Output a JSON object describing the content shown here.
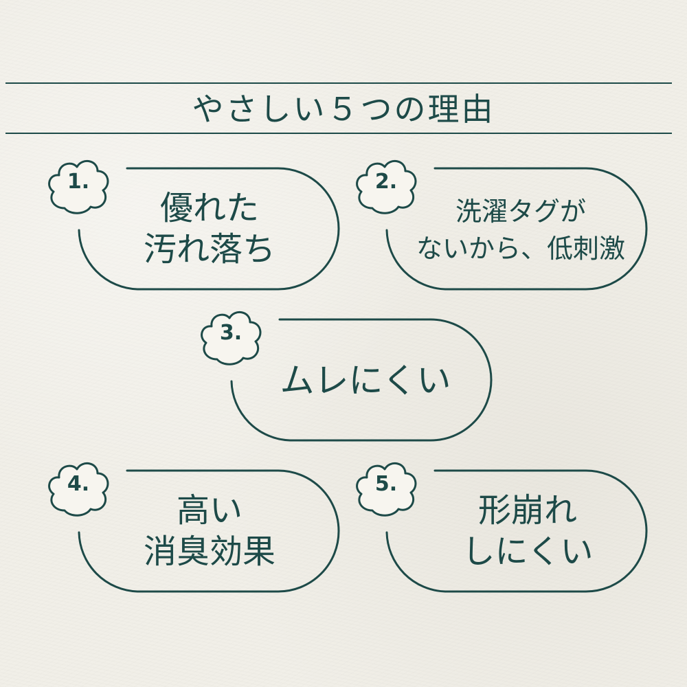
{
  "title": "やさしい５つの理由",
  "colors": {
    "ink": "#1d4a48",
    "paper": "#f1efe8",
    "badge_fill": "#f7f5ef"
  },
  "reasons": [
    {
      "number": "1.",
      "line1": "優れた",
      "line2": "汚れ落ち"
    },
    {
      "number": "2.",
      "line1": "洗濯タグが",
      "line2": "ないから、低刺激"
    },
    {
      "number": "3.",
      "line1": "ムレにくい",
      "line2": ""
    },
    {
      "number": "4.",
      "line1": "高い",
      "line2": "消臭効果"
    },
    {
      "number": "5.",
      "line1": "形崩れ",
      "line2": "しにくい"
    }
  ],
  "icons": {
    "badge": "flower-cloud-icon"
  }
}
